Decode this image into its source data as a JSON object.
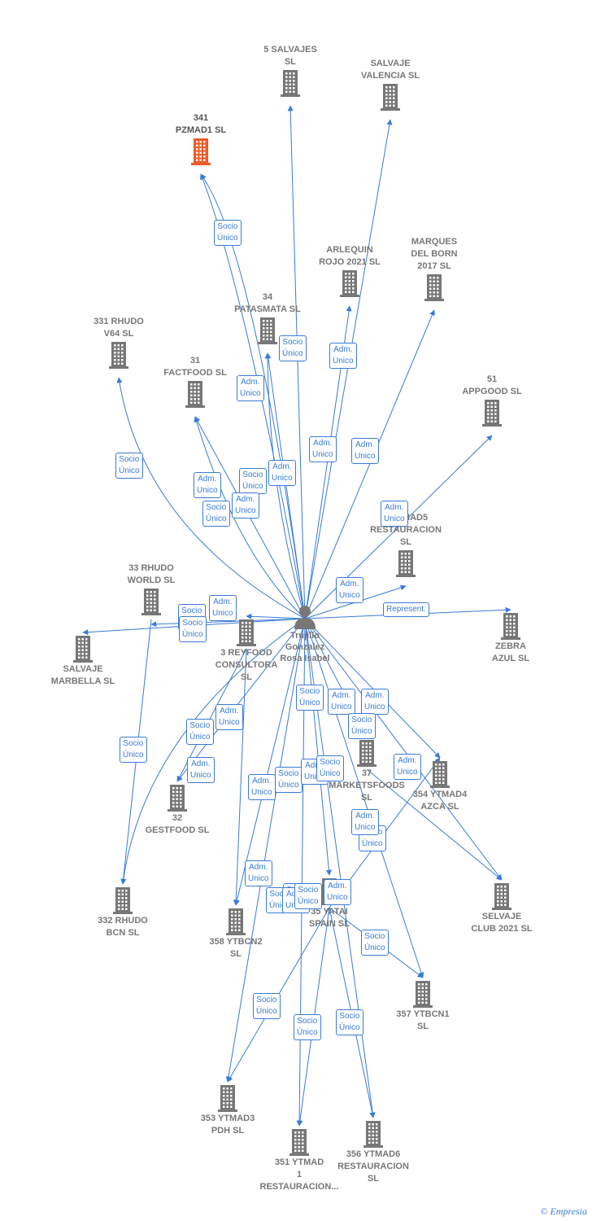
{
  "person": {
    "label": "Trujillo\nGonzalez\nRosa Isabel",
    "icon": "person-icon"
  },
  "colors": {
    "edge": "#3a7bd5",
    "building": "#777777",
    "highlight": "#f05a28"
  },
  "nodes": [
    {
      "id": "n341",
      "label": "341\nPZMAD1  SL",
      "highlight": true
    },
    {
      "id": "n5s",
      "label": "5 SALVAJES\nSL"
    },
    {
      "id": "nsv",
      "label": "SALVAJE\nVALENCIA  SL"
    },
    {
      "id": "narl",
      "label": "ARLEQUIN\nROJO 2021  SL"
    },
    {
      "id": "nmar",
      "label": "MARQUES\nDEL BORN\n2017  SL"
    },
    {
      "id": "n34",
      "label": "34\nPATASMATA  SL"
    },
    {
      "id": "n331",
      "label": "331 RHUDO\nV64  SL"
    },
    {
      "id": "n31",
      "label": "31\nFACTFOOD  SL"
    },
    {
      "id": "n51",
      "label": "51\nAPPGOOD  SL"
    },
    {
      "id": "n3ad5",
      "label": "3  YTMAD5\nRESTAURACION\nSL"
    },
    {
      "id": "n33",
      "label": "33 RHUDO\nWORLD  SL"
    },
    {
      "id": "nsm",
      "label": "SALVAJE\nMARBELLA  SL"
    },
    {
      "id": "n3rf",
      "label": "3 REYFOOD\nCONSULTORA\nSL"
    },
    {
      "id": "nza",
      "label": "ZEBRA\nAZUL  SL"
    },
    {
      "id": "n37",
      "label": "37\nMARKETSFOODS\nSL"
    },
    {
      "id": "n354",
      "label": "354 YTMAD4\nAZCA  SL"
    },
    {
      "id": "n32",
      "label": "32\nGESTFOOD  SL"
    },
    {
      "id": "nselv",
      "label": "SELVAJE\nCLUB 2021  SL"
    },
    {
      "id": "n332",
      "label": "332 RHUDO\nBCN  SL"
    },
    {
      "id": "n358",
      "label": "358 YTBCN2\nSL"
    },
    {
      "id": "n35",
      "label": "35 YATAI\nSPAIN  SL"
    },
    {
      "id": "n357",
      "label": "357 YTBCN1\nSL"
    },
    {
      "id": "n353",
      "label": "353 YTMAD3\nPDH  SL"
    },
    {
      "id": "n351",
      "label": "351 YTMAD\n1\nRESTAURACION..."
    },
    {
      "id": "n356",
      "label": "356 YTMAD6\nRESTAURACION\nSL"
    }
  ],
  "edge_labels": [
    "Socio\nÚnico",
    "Socio\nÚnico",
    "Adm.\nUnico",
    "Adm.\nUnico",
    "Adm.\nUnico",
    "Adm.\nUnico",
    "Socio\nÚnico",
    "Adm.\nUnico",
    "Socio\nÚnico",
    "Adm.\nUnico",
    "Socio\nÚnico",
    "Adm.\nUnico",
    "Adm.\nUnico",
    "Adm.\nUnico",
    "Adm.\nUnico",
    "Socio\nÚnico",
    "Socio\nÚnico",
    "Represent.",
    "Socio\nÚnico",
    "Adm.\nUnico",
    "Adm.\nUnico",
    "Socio\nÚnico",
    "Adm.\nUnico",
    "Socio\nÚnico",
    "Adm.\nUnico",
    "Socio\nÚnico",
    "Adm.\nUnico",
    "Adm.\nUnico",
    "Socio\nÚnico",
    "Adm.\nUnico",
    "Socio\nÚnico",
    "Adm.\nUnico",
    "Adm.\nUnico",
    "Socio\nÚnico",
    "Socio\nÚnico",
    "Adm.\nUnico",
    "Socio\nÚnico",
    "Adm.\nUnico",
    "Socio\nÚnico",
    "Socio\nÚnico",
    "Socio\nÚnico",
    "Socio\nÚnico",
    "Socio\nÚnico"
  ],
  "brand": {
    "copyright": "©",
    "name": "Empresia"
  }
}
